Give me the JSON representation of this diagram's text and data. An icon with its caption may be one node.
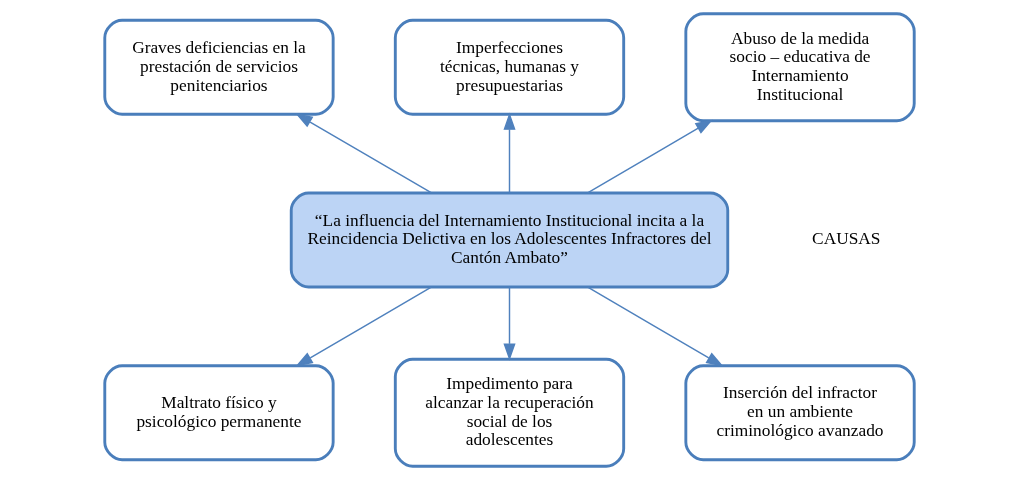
{
  "diagram": {
    "nodes": [
      {
        "text": [
          "Graves deficiencias en la prestación de servicios penitenciarios"
        ]
      },
      {
        "text": [
          "Imperfecciones técnicas, humanas y presupuestarias"
        ]
      },
      {
        "text": [
          "Abuso de la medida socio – educativa de Internamiento Institucional"
        ]
      },
      {
        "text": [
          "“La influencia del Internamiento Institucional incita a la Reincidencia Delictiva en los Adolescentes Infractores del Cantón Ambato”"
        ]
      },
      {
        "text": [
          "Maltrato físico y psicológico permanente"
        ]
      },
      {
        "text": [
          "Impedimento para alcanzar la recuperación social de los adolescentes"
        ]
      },
      {
        "text": [
          "Inserción del infractor en un ambiente criminológico avanzado"
        ]
      }
    ],
    "edges": [
      {
        "from": 3,
        "to": 0,
        "arrow": "to"
      },
      {
        "from": 3,
        "to": 1,
        "arrow": "to"
      },
      {
        "from": 3,
        "to": 2,
        "arrow": "to"
      },
      {
        "from": 3,
        "to": 4,
        "arrow": "to"
      },
      {
        "from": 3,
        "to": 5,
        "arrow": "to"
      },
      {
        "from": 3,
        "to": 6,
        "arrow": "to"
      }
    ],
    "labels": [
      "CAUSAS"
    ]
  }
}
